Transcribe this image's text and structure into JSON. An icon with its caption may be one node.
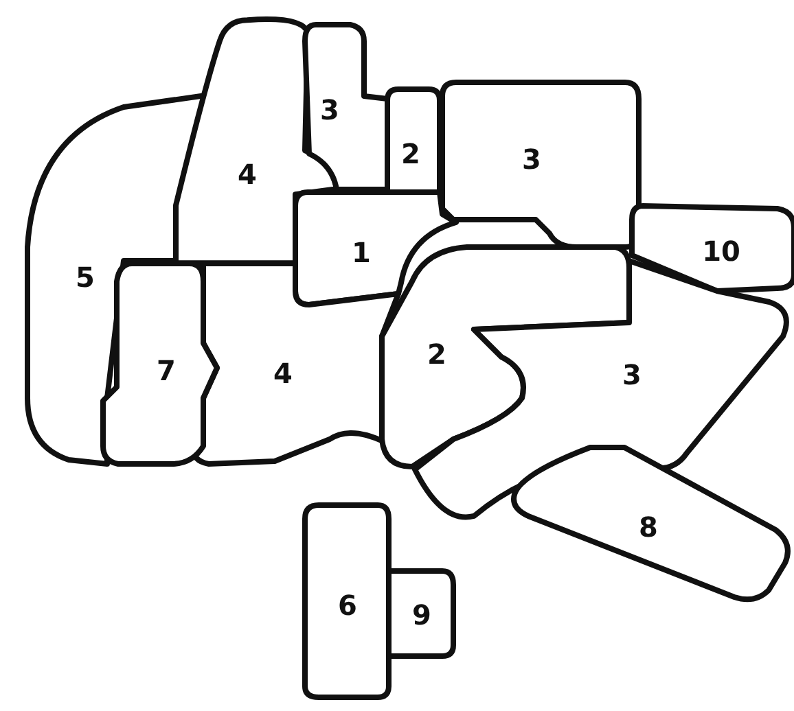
{
  "diagram": {
    "nodes": [
      {
        "text": [
          "3"
        ]
      },
      {
        "text": [
          "2"
        ]
      },
      {
        "text": [
          "3"
        ]
      },
      {
        "text": [
          "4"
        ]
      },
      {
        "text": [
          "1"
        ]
      },
      {
        "text": [
          "10"
        ]
      },
      {
        "text": [
          "5"
        ]
      },
      {
        "text": [
          "7"
        ]
      },
      {
        "text": [
          "4"
        ]
      },
      {
        "text": [
          "2"
        ]
      },
      {
        "text": [
          "3"
        ]
      },
      {
        "text": [
          "8"
        ]
      },
      {
        "text": [
          "6"
        ]
      },
      {
        "text": [
          "9"
        ]
      }
    ]
  }
}
